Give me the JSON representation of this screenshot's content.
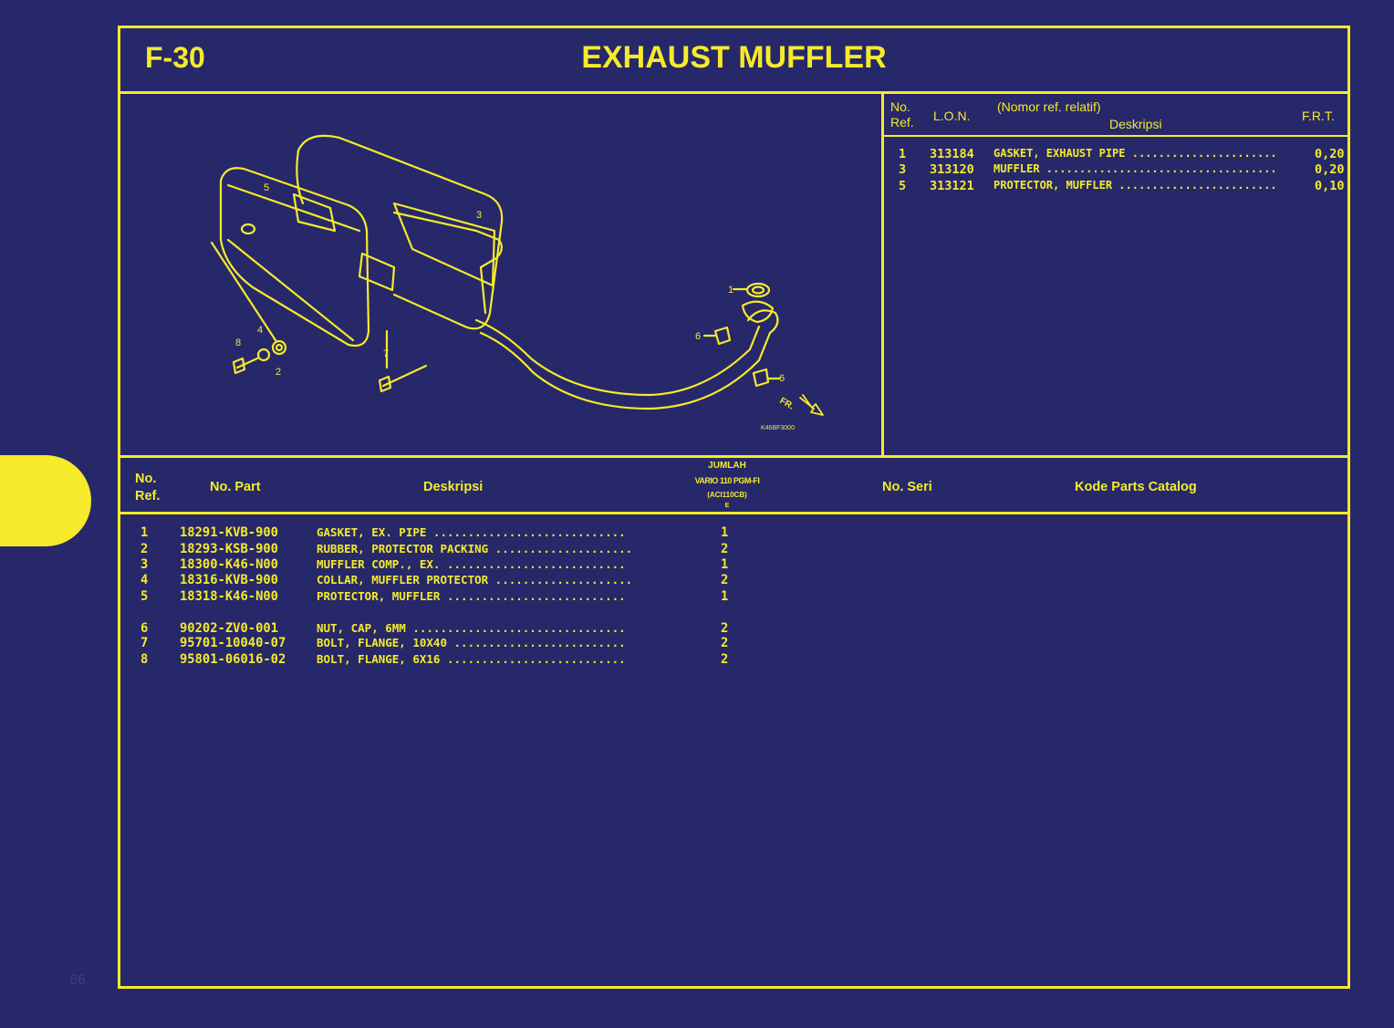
{
  "header": {
    "code": "F-30",
    "title": "EXHAUST MUFFLER"
  },
  "page_number": "66",
  "diagram": {
    "callouts": [
      "1",
      "2",
      "3",
      "4",
      "5",
      "6",
      "6",
      "7",
      "8"
    ],
    "direction_label": "FR.",
    "drawing_code": "K46BF3000"
  },
  "frt_table": {
    "headers": {
      "no_ref": "No.\nRef.",
      "lon": "L.O.N.",
      "nomor_ref": "(Nomor ref. relatif)",
      "deskripsi": "Deskripsi",
      "frt": "F.R.T."
    },
    "rows": [
      {
        "ref": "1",
        "lon": "313184",
        "desc": "GASKET, EXHAUST PIPE ......................",
        "frt": "0,20"
      },
      {
        "ref": "3",
        "lon": "313120",
        "desc": "MUFFLER ...................................",
        "frt": "0,20"
      },
      {
        "ref": "5",
        "lon": "313121",
        "desc": "PROTECTOR, MUFFLER ........................",
        "frt": "0,10"
      }
    ]
  },
  "parts_table": {
    "headers": {
      "no_ref": "No.\nRef.",
      "no_part": "No. Part",
      "deskripsi": "Deskripsi",
      "jumlah": "JUMLAH",
      "model": "VARIO 110 PGM-FI",
      "model_code": "(ACI110CB)",
      "variant": "E",
      "no_seri": "No. Seri",
      "kode": "Kode Parts Catalog"
    },
    "rows": [
      {
        "ref": "1",
        "part": "18291-KVB-900",
        "desc": "GASKET, EX. PIPE ............................",
        "qty": "1"
      },
      {
        "ref": "2",
        "part": "18293-KSB-900",
        "desc": "RUBBER, PROTECTOR PACKING ....................",
        "qty": "2"
      },
      {
        "ref": "3",
        "part": "18300-K46-N00",
        "desc": "MUFFLER COMP., EX. ..........................",
        "qty": "1"
      },
      {
        "ref": "4",
        "part": "18316-KVB-900",
        "desc": "COLLAR, MUFFLER PROTECTOR ....................",
        "qty": "2"
      },
      {
        "ref": "5",
        "part": "18318-K46-N00",
        "desc": "PROTECTOR, MUFFLER ..........................",
        "qty": "1"
      },
      {
        "ref": "6",
        "part": "90202-ZV0-001",
        "desc": "NUT, CAP, 6MM ...............................",
        "qty": "2"
      },
      {
        "ref": "7",
        "part": "95701-10040-07",
        "desc": "BOLT, FLANGE, 10X40 .........................",
        "qty": "2"
      },
      {
        "ref": "8",
        "part": "95801-06016-02",
        "desc": "BOLT, FLANGE, 6X16 ..........................",
        "qty": "2"
      }
    ]
  }
}
